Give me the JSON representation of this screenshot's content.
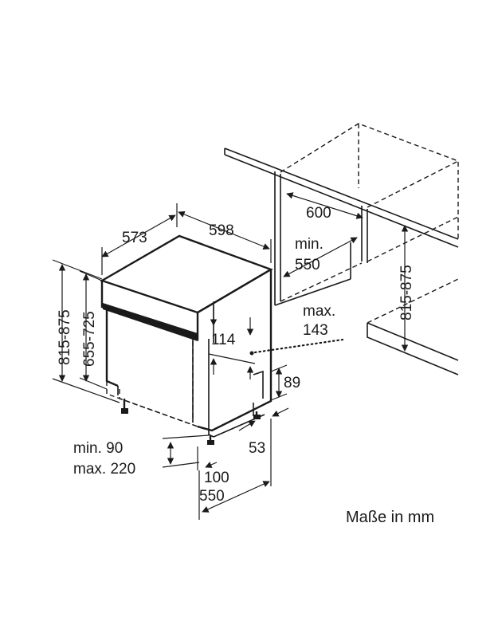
{
  "dimensions": {
    "cabinet_width": "600",
    "cabinet_depth_min_line1": "min.",
    "cabinet_depth_min_line2": "550",
    "niche_height": "815-875",
    "appliance_width": "598",
    "appliance_depth": "573",
    "overall_height": "815-875",
    "body_height": "655-725",
    "panel_height": "114",
    "max_label": "max.",
    "max_value": "143",
    "plinth_height": "89",
    "foot_offset": "53",
    "plinth_range_min": "min. 90",
    "plinth_range_max": "max. 220",
    "foot_depth": "100",
    "bottom_depth": "550"
  },
  "units_note": "Maße in mm"
}
